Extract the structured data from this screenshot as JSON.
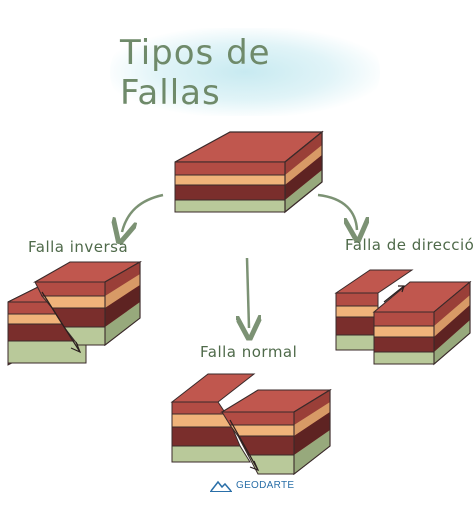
{
  "title": "Tipos de Fallas",
  "labels": {
    "inversa": "Falla inversa",
    "direccion": "Falla de dirección",
    "normal": "Falla normal"
  },
  "logo": {
    "text": "GEODARTE",
    "icon": "mountain-icon"
  },
  "colors": {
    "top": "#c0574e",
    "side_top": "#b24c44",
    "red_layer": "#a8473f",
    "tan_layer": "#f0b37a",
    "brown_layer": "#7a2e2c",
    "green_layer": "#b9c99a",
    "arrow": "#7c9274",
    "title_bg": "#c9eaf2"
  }
}
